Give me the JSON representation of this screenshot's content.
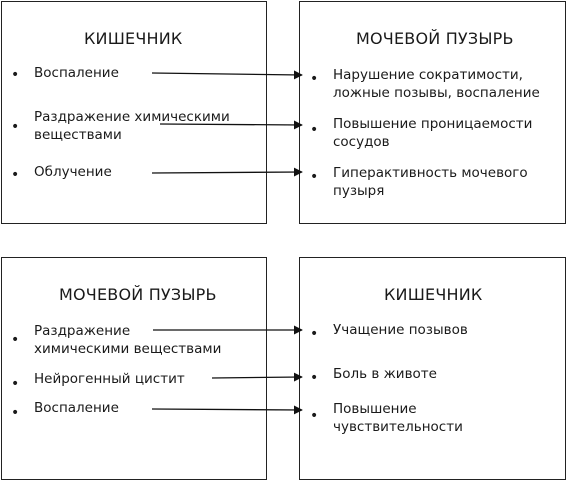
{
  "top": {
    "left": {
      "title": "КИШЕЧНИК",
      "items": [
        "Воспаление",
        "Раздражение химическими",
        "веществами",
        "Облучение"
      ]
    },
    "right": {
      "title": "МОЧЕВОЙ ПУЗЫРЬ",
      "items": [
        "Нарушение сократимости,",
        "ложные позывы, воспаление",
        "Повышение проницаемости",
        "сосудов",
        "Гиперактивность мочевого",
        "пузыря"
      ]
    }
  },
  "bottom": {
    "left": {
      "title": "МОЧЕВОЙ ПУЗЫРЬ",
      "items": [
        "Раздражение",
        "химическими веществами",
        "Нейрогенный цистит",
        "Воспаление"
      ]
    },
    "right": {
      "title": "КИШЕЧНИК",
      "items": [
        "Учащение позывов",
        "Боль в животе",
        "Повышение",
        "чувствительности"
      ]
    }
  },
  "bullet_symbol": "•"
}
